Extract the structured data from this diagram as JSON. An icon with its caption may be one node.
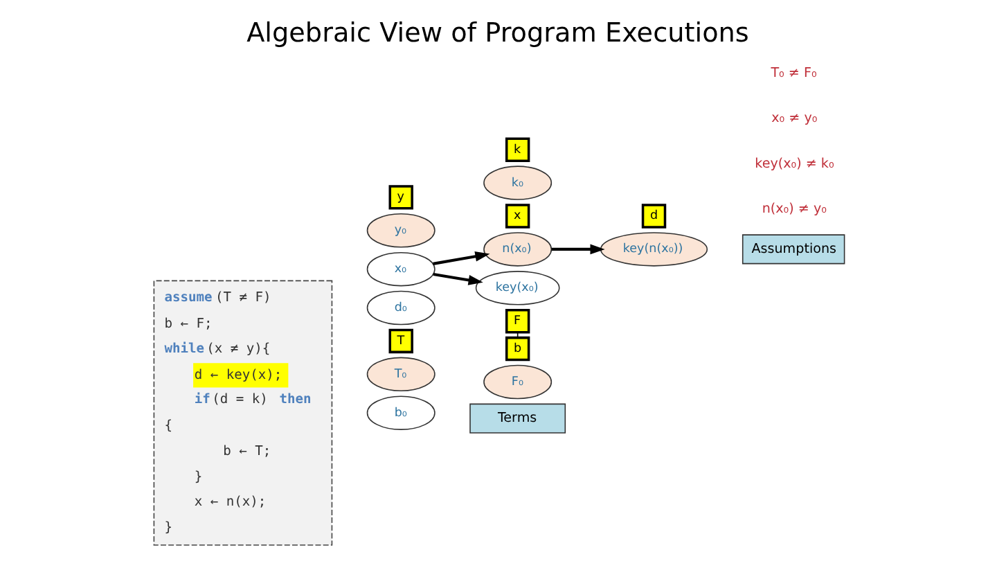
{
  "diagram": {
    "title": "Algebraic View of Program Executions",
    "nodes": [
      {
        "text": [
          "**assume**(T ≠ F)",
          "b ← F;",
          "**while**(x ≠ y){",
          "d ← key(x);",
          "**if**(d = k) **then**",
          "{",
          "b ← T;",
          "}",
          "x ← n(x);",
          "}"
        ]
      },
      {
        "text": [
          "y₀"
        ]
      },
      {
        "text": [
          "y"
        ]
      },
      {
        "text": [
          "k₀"
        ]
      },
      {
        "text": [
          "k"
        ]
      },
      {
        "text": [
          "x₀"
        ]
      },
      {
        "text": [
          "n(x₀)"
        ]
      },
      {
        "text": [
          "x"
        ]
      },
      {
        "text": [
          "d₀"
        ]
      },
      {
        "text": [
          "key(x₀)"
        ]
      },
      {
        "text": [
          "key(n(x₀))"
        ]
      },
      {
        "text": [
          "d"
        ]
      },
      {
        "text": [
          "T₀"
        ]
      },
      {
        "text": [
          "T"
        ]
      },
      {
        "text": [
          "F₀"
        ]
      },
      {
        "text": [
          "F"
        ]
      },
      {
        "text": [
          "b"
        ]
      },
      {
        "text": [
          "b₀"
        ]
      },
      {
        "text": [
          "Terms"
        ]
      },
      {
        "text": [
          "Assumptions"
        ]
      }
    ],
    "edges": [
      {
        "from": 5,
        "to": 6,
        "arrow": "to"
      },
      {
        "from": 5,
        "to": 9,
        "arrow": "to"
      },
      {
        "from": 6,
        "to": 10,
        "arrow": "to"
      },
      {
        "from": 15,
        "to": 16,
        "arrow": "none"
      }
    ],
    "labels": [
      "T₀ ≠ F₀",
      "x₀ ≠ y₀",
      "key(x₀) ≠ k₀",
      "n(x₀) ≠ y₀"
    ]
  }
}
